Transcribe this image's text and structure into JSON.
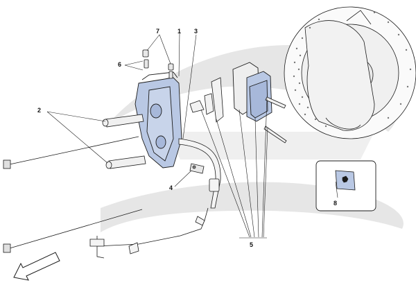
{
  "callouts": {
    "c1": "1",
    "c2": "2",
    "c3": "3",
    "c4": "4",
    "c5": "5",
    "c6": "6",
    "c7": "7",
    "c8": "8"
  },
  "colors": {
    "line": "#1a1a1a",
    "highlight": "#b9c8e4",
    "watermark": "#e6e6e6",
    "part_fill": "#f4f4f4"
  },
  "icons": [
    "direction-arrow-icon",
    "prancing-horse-logo-icon"
  ]
}
